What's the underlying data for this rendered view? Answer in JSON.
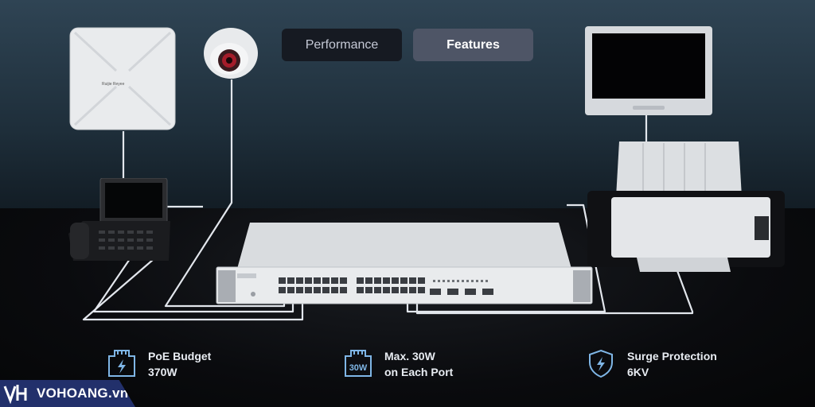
{
  "tabs": [
    {
      "label": "Performance"
    },
    {
      "label": "Features"
    }
  ],
  "features": [
    {
      "icon": "poe-budget-icon",
      "line1": "PoE Budget",
      "line2": "370W"
    },
    {
      "icon": "30w-port-icon",
      "icon_text": "30W",
      "line1": "Max. 30W",
      "line2": "on Each Port"
    },
    {
      "icon": "surge-shield-icon",
      "line1": "Surge Protection",
      "line2": "6KV"
    }
  ],
  "logo": {
    "text": "VOHOANG.vn"
  },
  "colors": {
    "accent_line": "#d9dee6",
    "icon_blue": "#7fb6e6"
  }
}
